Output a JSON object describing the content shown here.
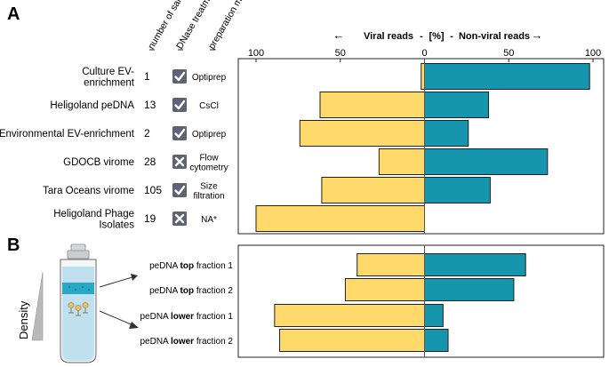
{
  "panel_a_label": "A",
  "panel_b_label": "B",
  "column_headers": [
    "number of samples",
    "DNase treatment",
    "preparation method"
  ],
  "axis": {
    "left_label": "Viral reads",
    "unit": "[%]",
    "right_label": "Non-viral reads",
    "separator": "-",
    "left_arrow": "←",
    "right_arrow": "→",
    "tick_labels": [
      "100",
      "50",
      "0",
      "50",
      "100"
    ]
  },
  "density_label": "Density",
  "colors": {
    "viral": "#FFD96A",
    "non_viral": "#1595AE",
    "border": "#222222",
    "check_bg": "#5b6470"
  },
  "chart_data": [
    {
      "type": "bar",
      "orientation": "horizontal-diverging",
      "xlim": [
        -100,
        100
      ],
      "xlabel": "Viral reads - [%] - Non-viral reads",
      "categories": [
        "Culture EV-enrichment",
        "Heligoland peDNA",
        "Environmental EV-enrichment",
        "GDOCB virome",
        "Tara Oceans virome",
        "Heligoland Phage Isolates"
      ],
      "category_lines": [
        [
          "Culture EV-",
          "enrichment"
        ],
        [
          "Heligoland peDNA"
        ],
        [
          "Environmental EV-enrichment"
        ],
        [
          "GDOCB virome"
        ],
        [
          "Tara Oceans virome"
        ],
        [
          "Heligoland Phage",
          "Isolates"
        ]
      ],
      "number_of_samples": [
        "1",
        "13",
        "2",
        "28",
        "105",
        "19"
      ],
      "dnase_treatment": [
        "check",
        "check",
        "check",
        "cross",
        "check",
        "cross"
      ],
      "preparation_method": [
        [
          "Optiprep"
        ],
        [
          "CsCl"
        ],
        [
          "Optiprep"
        ],
        [
          "Flow",
          "cytometry"
        ],
        [
          "Size",
          "filtration"
        ],
        [
          "NA*"
        ]
      ],
      "series": [
        {
          "name": "Viral reads",
          "values": [
            2,
            62,
            74,
            27,
            61,
            100
          ]
        },
        {
          "name": "Non-viral reads",
          "values": [
            98,
            38,
            26,
            73,
            39,
            0
          ]
        }
      ]
    },
    {
      "type": "bar",
      "orientation": "horizontal-diverging",
      "xlim": [
        -100,
        100
      ],
      "categories": [
        "peDNA top fraction 1",
        "peDNA top fraction 2",
        "peDNA lower fraction 1",
        "peDNA lower fraction 2"
      ],
      "category_parts": [
        [
          "peDNA ",
          "top",
          " fraction 1"
        ],
        [
          "peDNA ",
          "top",
          " fraction 2"
        ],
        [
          "peDNA ",
          "lower",
          " fraction 1"
        ],
        [
          "peDNA ",
          "lower",
          " fraction 2"
        ]
      ],
      "series": [
        {
          "name": "Viral reads",
          "values": [
            40,
            47,
            89,
            86
          ]
        },
        {
          "name": "Non-viral reads",
          "values": [
            60,
            53,
            11,
            14
          ]
        }
      ]
    }
  ]
}
